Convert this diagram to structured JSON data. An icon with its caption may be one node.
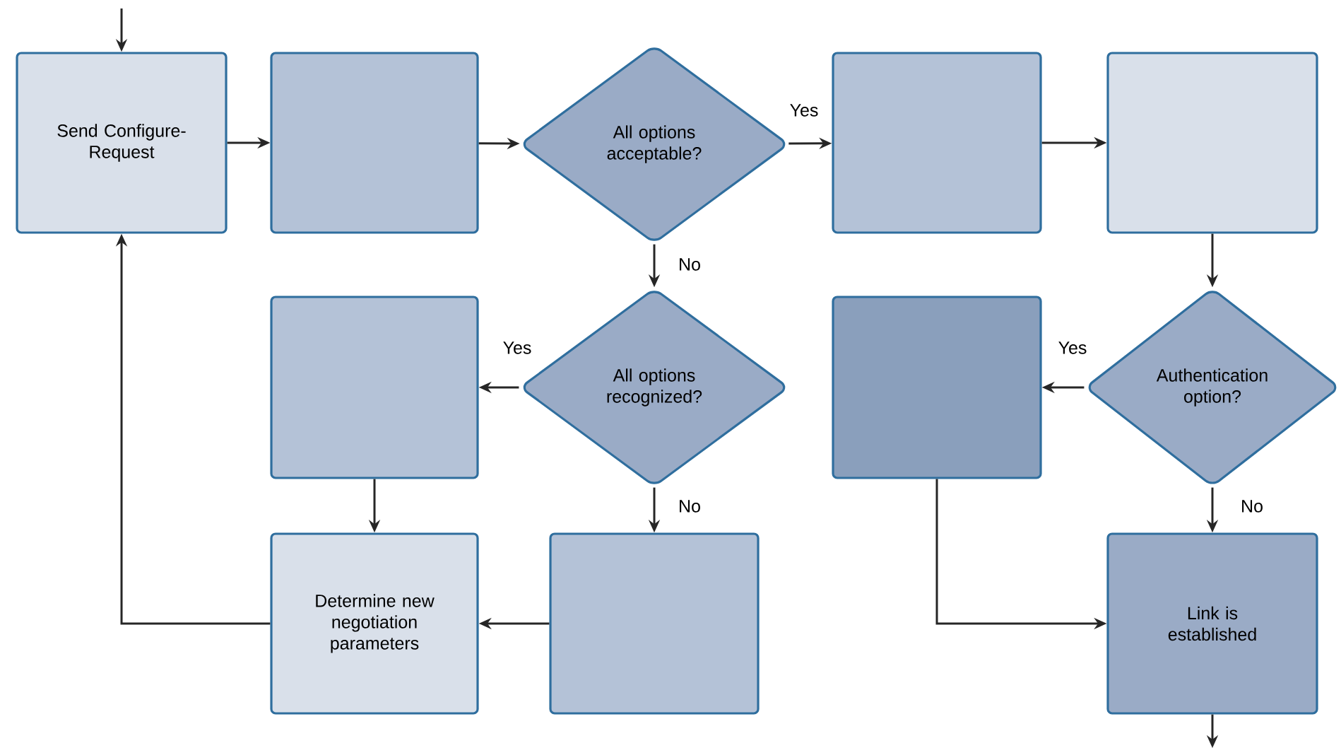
{
  "diagram": {
    "nodes": [
      {
        "text": [
          "Send Configure-Request"
        ]
      },
      {
        "text": [],
        "shape": "box"
      },
      {
        "text": [
          "All options acceptable?"
        ]
      },
      {
        "text": [],
        "shape": "box"
      },
      {
        "text": [],
        "shape": "box"
      },
      {
        "text": [],
        "shape": "box"
      },
      {
        "text": [
          "All options recognized?"
        ]
      },
      {
        "text": [],
        "shape": "box"
      },
      {
        "text": [
          "Authentication option?"
        ]
      },
      {
        "text": [
          "Determine new negotiation parameters"
        ]
      },
      {
        "text": [],
        "shape": "box"
      },
      {
        "text": [
          "Link is established"
        ]
      }
    ],
    "edges": [
      {
        "from": null,
        "to": 0,
        "arrow": "to"
      },
      {
        "from": 0,
        "to": 1,
        "arrow": "to"
      },
      {
        "from": 1,
        "to": 2,
        "arrow": "to"
      },
      {
        "from": 2,
        "to": 3,
        "arrow": "to",
        "label": "Yes"
      },
      {
        "from": 3,
        "to": 4,
        "arrow": "to"
      },
      {
        "from": 2,
        "to": 6,
        "arrow": "to",
        "label": "No"
      },
      {
        "from": 4,
        "to": 8,
        "arrow": "to"
      },
      {
        "from": 6,
        "to": 5,
        "arrow": "to",
        "label": "Yes"
      },
      {
        "from": 8,
        "to": 7,
        "arrow": "to",
        "label": "Yes"
      },
      {
        "from": 6,
        "to": 10,
        "arrow": "to",
        "label": "No"
      },
      {
        "from": 8,
        "to": 11,
        "arrow": "to",
        "label": "No"
      },
      {
        "from": 5,
        "to": 9,
        "arrow": "to"
      },
      {
        "from": 10,
        "to": 9,
        "arrow": "to"
      },
      {
        "from": 9,
        "to": 0,
        "arrow": "to"
      },
      {
        "from": 7,
        "to": 11,
        "arrow": "to"
      },
      {
        "from": 11,
        "to": null,
        "arrow": "to"
      }
    ]
  }
}
